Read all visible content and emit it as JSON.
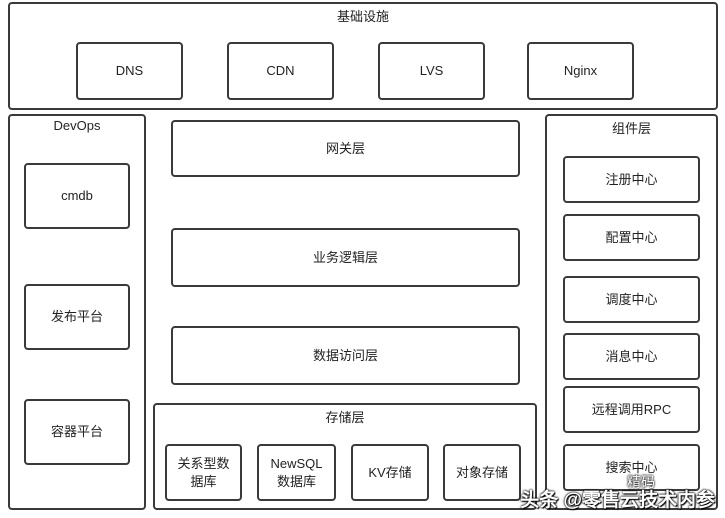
{
  "infra": {
    "title": "基础设施",
    "items": [
      "DNS",
      "CDN",
      "LVS",
      "Nginx"
    ]
  },
  "devops": {
    "title": "DevOps",
    "items": [
      "cmdb",
      "发布平台",
      "容器平台"
    ]
  },
  "center": {
    "gateway": "网关层",
    "business": "业务逻辑层",
    "data_access": "数据访问层"
  },
  "storage": {
    "title": "存储层",
    "items": [
      "关系型数\n据库",
      "NewSQL\n数据库",
      "KV存储",
      "对象存储"
    ]
  },
  "components": {
    "title": "组件层",
    "items": [
      "注册中心",
      "配置中心",
      "调度中心",
      "消息中心",
      "远程调用RPC",
      "搜索中心"
    ]
  },
  "watermark": {
    "icon_text": "精码",
    "text": "头条 @零售云技术内参"
  }
}
